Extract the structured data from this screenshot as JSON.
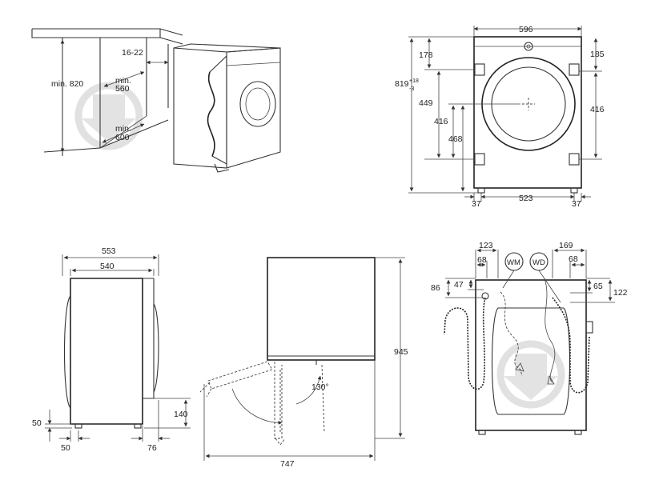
{
  "view_install": {
    "height_label": "min. 820",
    "gap_label": "16-22",
    "width_label_1": "min.",
    "width_label_2": "560",
    "depth_label_1": "min.",
    "depth_label_2": "600"
  },
  "view_front": {
    "width": "596",
    "top_left": "178",
    "top_right": "185",
    "height_main": "819",
    "height_tol_plus": "+18",
    "height_tol_minus": "-3",
    "left_449": "449",
    "left_416": "416",
    "left_468": "468",
    "right_416": "416",
    "feet_left": "37",
    "feet_mid": "523",
    "feet_right": "37"
  },
  "view_side": {
    "depth_total": "553",
    "depth_body": "540",
    "foot_height": "50",
    "foot_setback": "50",
    "rear_offset": "76",
    "rear_height": "140"
  },
  "view_door": {
    "angle": "130°",
    "height": "945",
    "depth_open": "747"
  },
  "view_rear": {
    "w123": "123",
    "w169": "169",
    "left_68": "68",
    "right_68": "68",
    "badge_wm": "WM",
    "badge_wd": "WD",
    "h86": "86",
    "h47": "47",
    "h65": "65",
    "h122": "122"
  }
}
